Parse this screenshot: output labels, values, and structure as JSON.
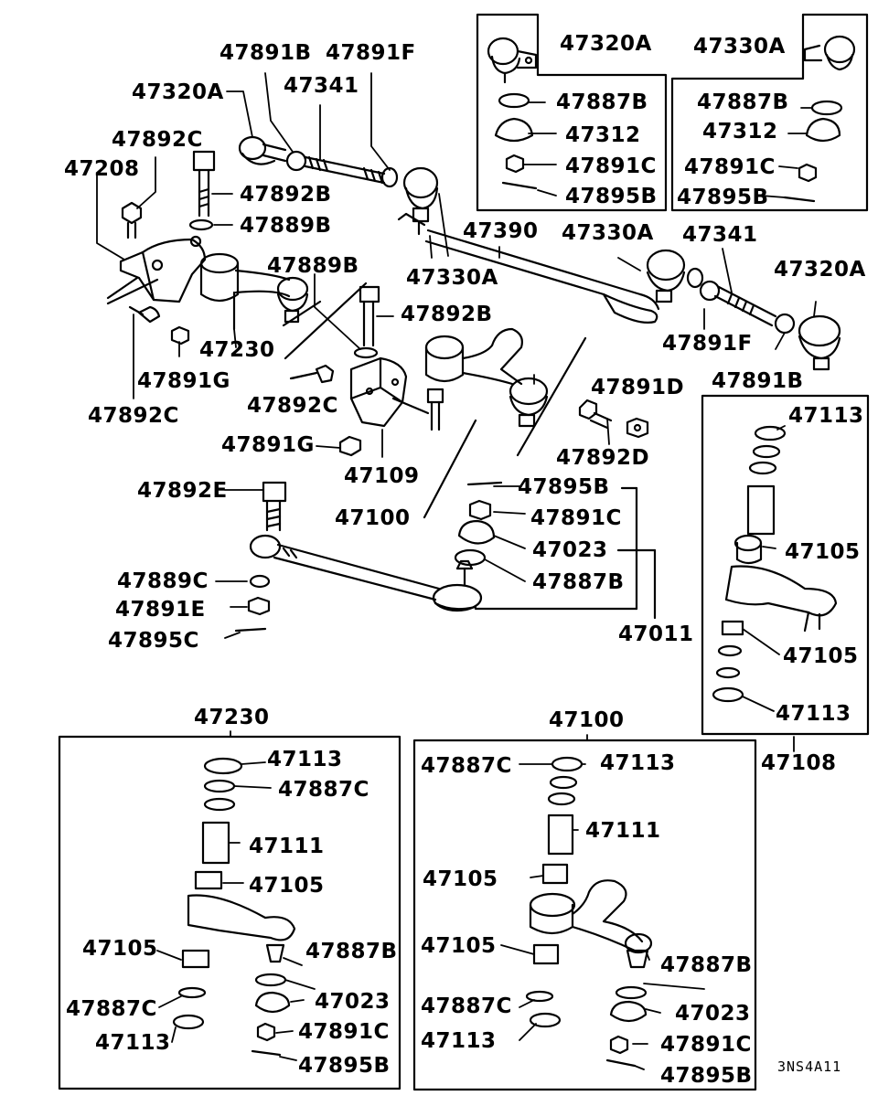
{
  "diagram_code": "3NS4A11",
  "labels": [
    {
      "id": "l1",
      "text": "47891B"
    },
    {
      "id": "l2",
      "text": "47891F"
    },
    {
      "id": "l3",
      "text": "47320A"
    },
    {
      "id": "l4",
      "text": "47341"
    },
    {
      "id": "l5",
      "text": "47892C"
    },
    {
      "id": "l6",
      "text": "47208"
    },
    {
      "id": "l7",
      "text": "47892B"
    },
    {
      "id": "l8",
      "text": "47889B"
    },
    {
      "id": "l9",
      "text": "47889B"
    },
    {
      "id": "l10",
      "text": "47892B"
    },
    {
      "id": "l11",
      "text": "47230"
    },
    {
      "id": "l12",
      "text": "47891G"
    },
    {
      "id": "l13",
      "text": "47892C"
    },
    {
      "id": "l14",
      "text": "47892C"
    },
    {
      "id": "l15",
      "text": "47891G"
    },
    {
      "id": "l16",
      "text": "47109"
    },
    {
      "id": "l17",
      "text": "47330A"
    },
    {
      "id": "l18",
      "text": "47390"
    },
    {
      "id": "l19",
      "text": "47330A"
    },
    {
      "id": "l20",
      "text": "47341"
    },
    {
      "id": "l21",
      "text": "47320A"
    },
    {
      "id": "l22",
      "text": "47891F"
    },
    {
      "id": "l23",
      "text": "47891B"
    },
    {
      "id": "l24",
      "text": "47891D"
    },
    {
      "id": "l25",
      "text": "47892D"
    },
    {
      "id": "l26",
      "text": "47892E"
    },
    {
      "id": "l27",
      "text": "47100"
    },
    {
      "id": "l28",
      "text": "47895B"
    },
    {
      "id": "l29",
      "text": "47891C"
    },
    {
      "id": "l30",
      "text": "47023"
    },
    {
      "id": "l31",
      "text": "47887B"
    },
    {
      "id": "l32",
      "text": "47011"
    },
    {
      "id": "l33",
      "text": "47889C"
    },
    {
      "id": "l34",
      "text": "47891E"
    },
    {
      "id": "l35",
      "text": "47895C"
    },
    {
      "id": "b1",
      "text": "47320A"
    },
    {
      "id": "b2",
      "text": "47887B"
    },
    {
      "id": "b3",
      "text": "47312"
    },
    {
      "id": "b4",
      "text": "47891C"
    },
    {
      "id": "b5",
      "text": "47895B"
    },
    {
      "id": "c1",
      "text": "47330A"
    },
    {
      "id": "c2",
      "text": "47887B"
    },
    {
      "id": "c3",
      "text": "47312"
    },
    {
      "id": "c4",
      "text": "47891C"
    },
    {
      "id": "c5",
      "text": "47895B"
    },
    {
      "id": "d1",
      "text": "47113"
    },
    {
      "id": "d2",
      "text": "47105"
    },
    {
      "id": "d3",
      "text": "47105"
    },
    {
      "id": "d4",
      "text": "47113"
    },
    {
      "id": "d5",
      "text": "47108"
    },
    {
      "id": "e0",
      "text": "47230"
    },
    {
      "id": "e1",
      "text": "47113"
    },
    {
      "id": "e2",
      "text": "47887C"
    },
    {
      "id": "e3",
      "text": "47111"
    },
    {
      "id": "e4",
      "text": "47105"
    },
    {
      "id": "e5",
      "text": "47105"
    },
    {
      "id": "e6",
      "text": "47887B"
    },
    {
      "id": "e7",
      "text": "47887C"
    },
    {
      "id": "e8",
      "text": "47023"
    },
    {
      "id": "e9",
      "text": "47113"
    },
    {
      "id": "e10",
      "text": "47891C"
    },
    {
      "id": "e11",
      "text": "47895B"
    },
    {
      "id": "f0",
      "text": "47100"
    },
    {
      "id": "f1",
      "text": "47887C"
    },
    {
      "id": "f2",
      "text": "47113"
    },
    {
      "id": "f3",
      "text": "47111"
    },
    {
      "id": "f4",
      "text": "47105"
    },
    {
      "id": "f5",
      "text": "47105"
    },
    {
      "id": "f6",
      "text": "47887B"
    },
    {
      "id": "f7",
      "text": "47887C"
    },
    {
      "id": "f8",
      "text": "47023"
    },
    {
      "id": "f9",
      "text": "47113"
    },
    {
      "id": "f10",
      "text": "47891C"
    },
    {
      "id": "f11",
      "text": "47895B"
    }
  ]
}
